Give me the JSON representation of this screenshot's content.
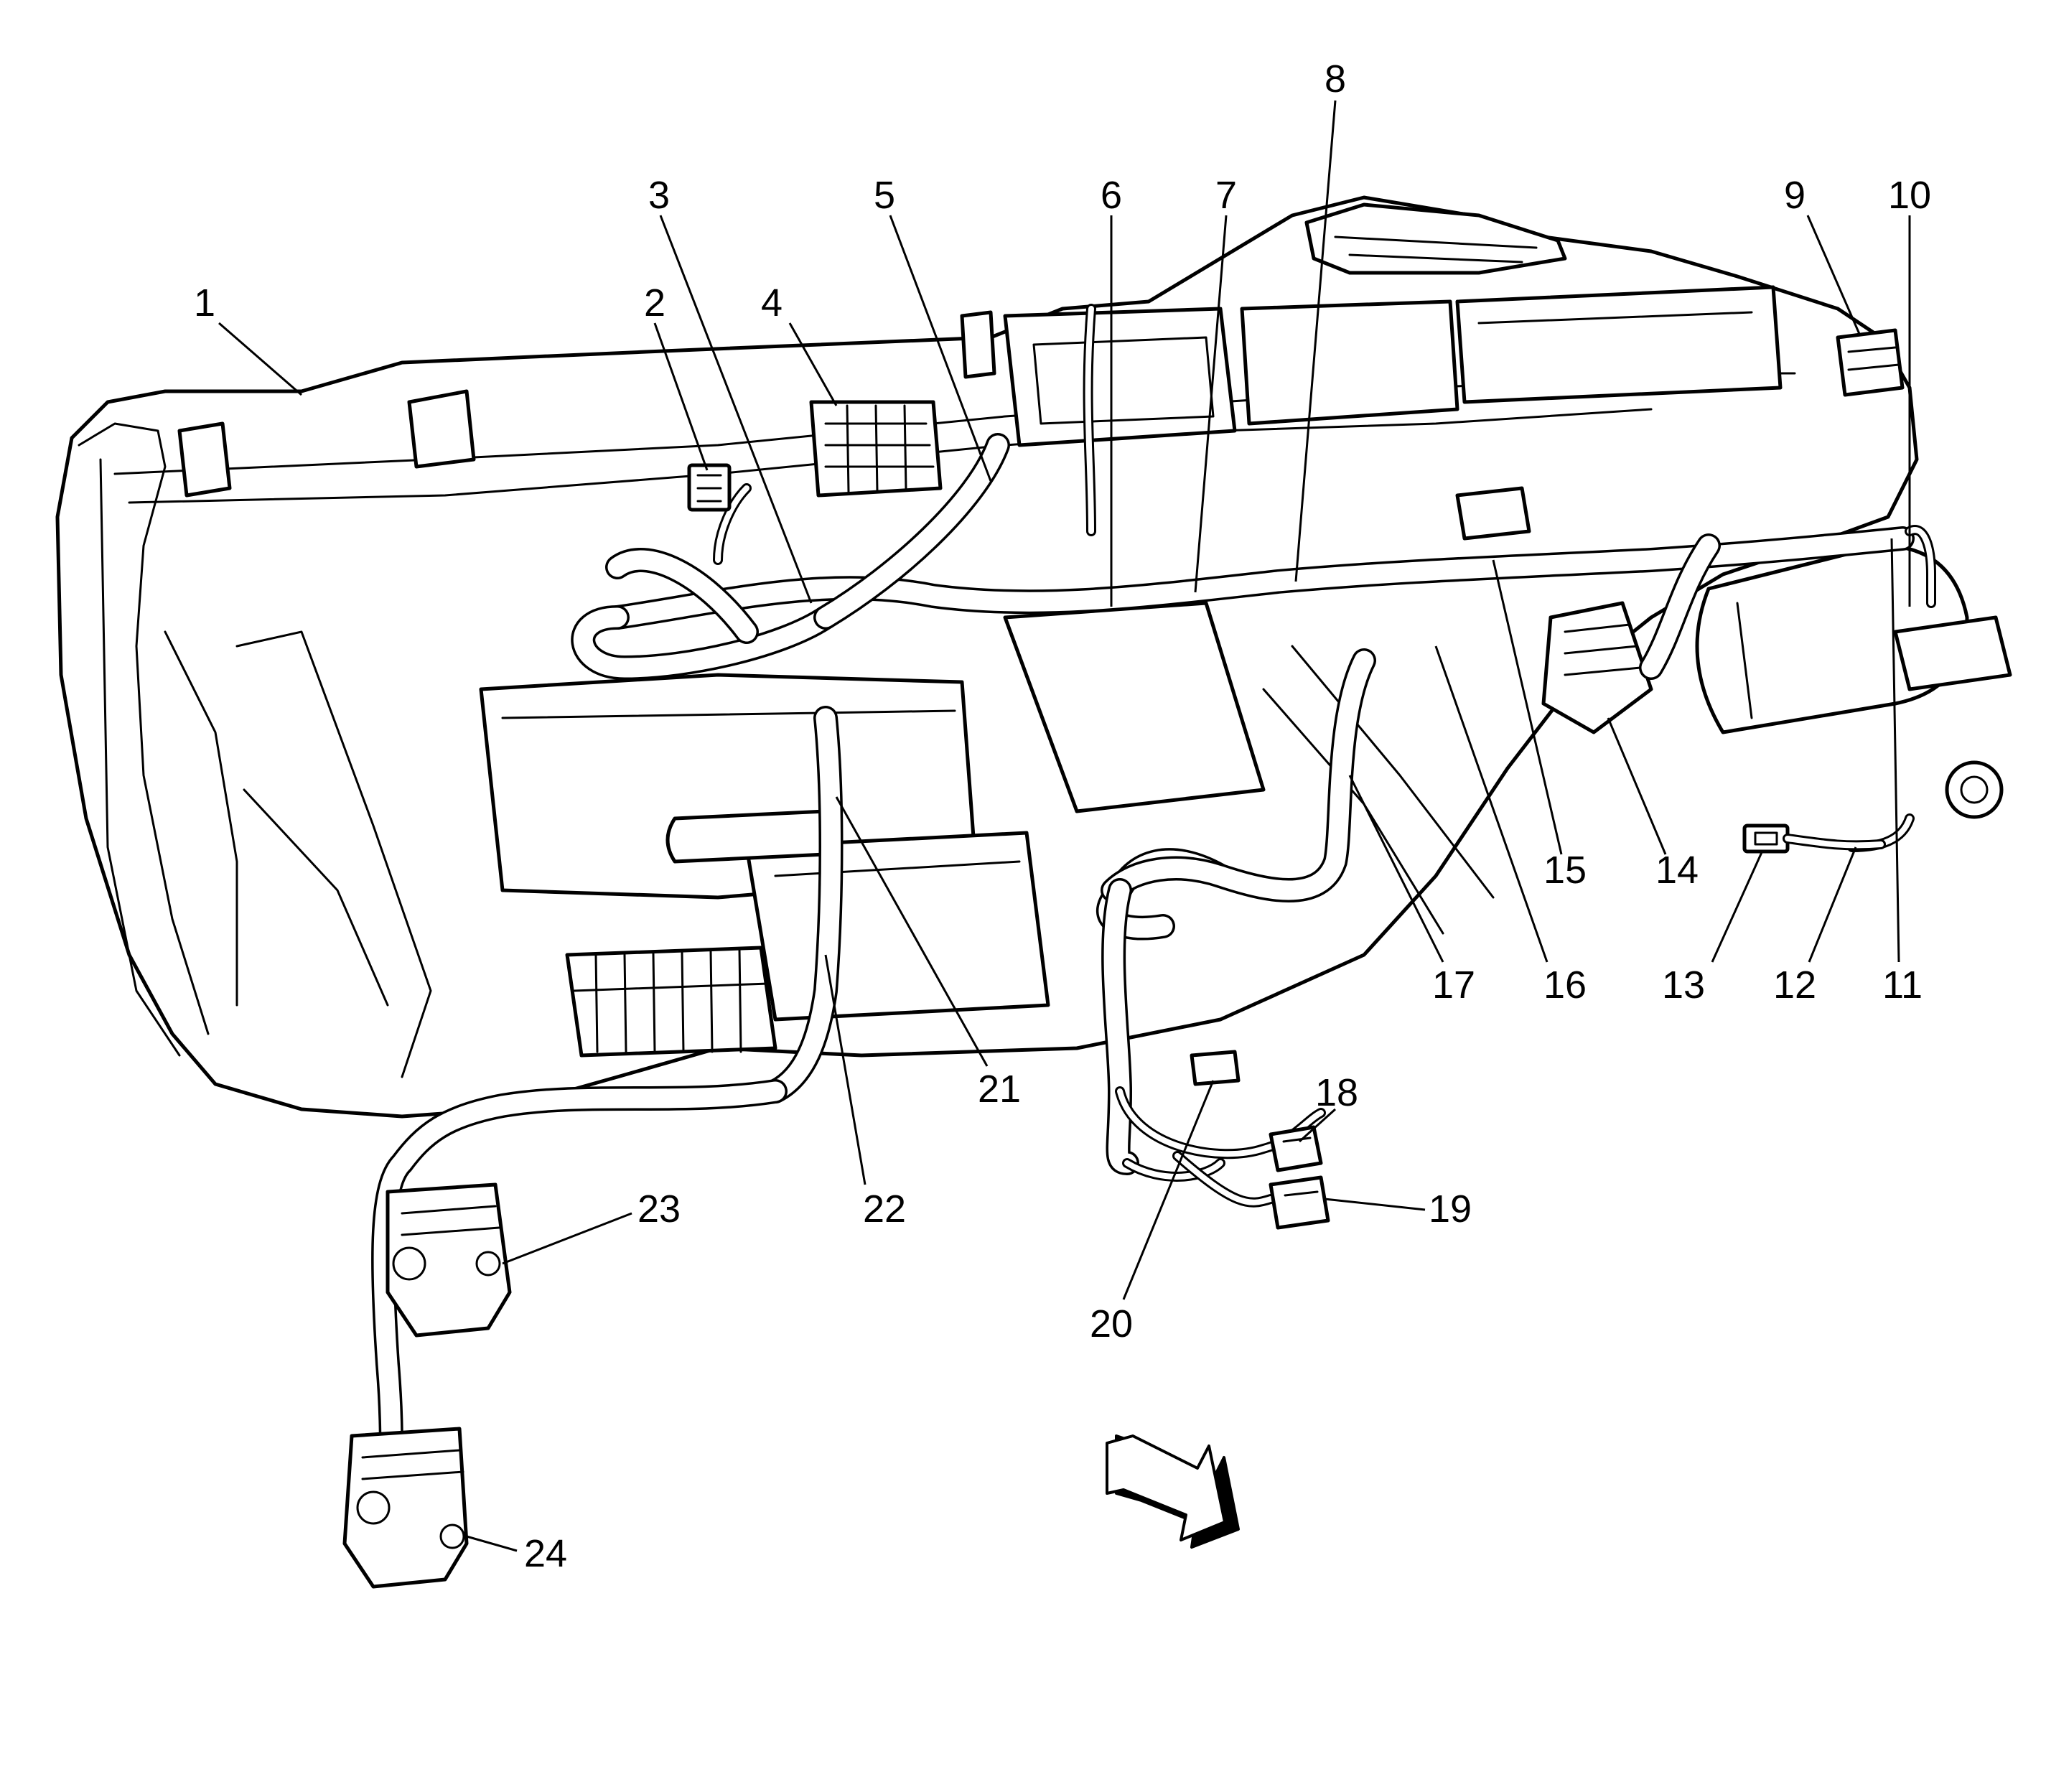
{
  "callouts": [
    {
      "id": "1",
      "label": "1"
    },
    {
      "id": "2",
      "label": "2"
    },
    {
      "id": "3",
      "label": "3"
    },
    {
      "id": "4",
      "label": "4"
    },
    {
      "id": "5",
      "label": "5"
    },
    {
      "id": "6",
      "label": "6"
    },
    {
      "id": "7",
      "label": "7"
    },
    {
      "id": "8",
      "label": "8"
    },
    {
      "id": "9",
      "label": "9"
    },
    {
      "id": "10",
      "label": "10"
    },
    {
      "id": "11",
      "label": "11"
    },
    {
      "id": "12",
      "label": "12"
    },
    {
      "id": "13",
      "label": "13"
    },
    {
      "id": "14",
      "label": "14"
    },
    {
      "id": "15",
      "label": "15"
    },
    {
      "id": "16",
      "label": "16"
    },
    {
      "id": "17",
      "label": "17"
    },
    {
      "id": "18",
      "label": "18"
    },
    {
      "id": "19",
      "label": "19"
    },
    {
      "id": "20",
      "label": "20"
    },
    {
      "id": "21",
      "label": "21"
    },
    {
      "id": "22",
      "label": "22"
    },
    {
      "id": "23",
      "label": "23"
    },
    {
      "id": "24",
      "label": "24"
    }
  ],
  "direction_arrow": {
    "icon": "direction-arrow-icon"
  },
  "colors": {
    "line": "#000000",
    "background": "#ffffff"
  }
}
